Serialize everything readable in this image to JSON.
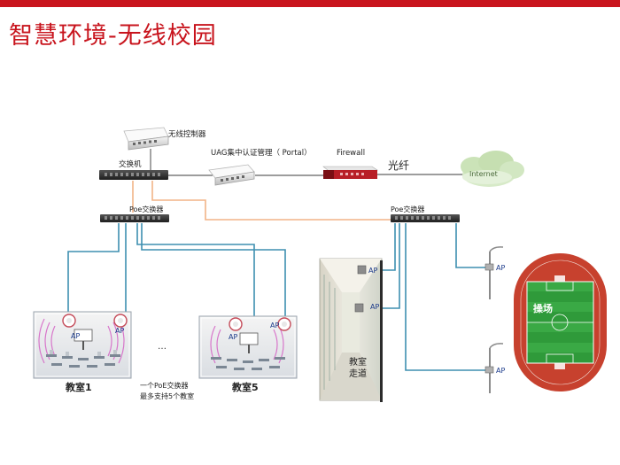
{
  "page": {
    "title": "智慧环境-无线校园"
  },
  "labels": {
    "wireless_controller": "无线控制器",
    "core_switch": "交换机",
    "uag": "UAG集中认证管理（ Portal）",
    "firewall": "Firewall",
    "fiber": "光纤",
    "internet": "Internet",
    "poe_left": "Poe交换器",
    "poe_right": "Poe交换器",
    "ap": "AP",
    "classroom1": "教室1",
    "classroom5": "教室5",
    "ellipsis": "…",
    "note_line1": "一个PoE交换器",
    "note_line2": "最多支持5个教室",
    "corridor_line1": "教室",
    "corridor_line2": "走道",
    "field": "操场"
  },
  "colors": {
    "title": "#c8141d",
    "topbar": "#c9151e",
    "uplink": "#f2b487",
    "poe_link": "#3e8fb0",
    "trunk": "#7d7d7d"
  }
}
